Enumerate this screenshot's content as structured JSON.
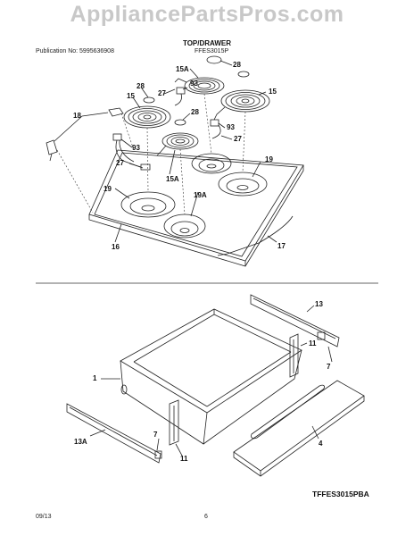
{
  "watermark": "AppliancePartsPros.com",
  "header": {
    "publication": "Publication No: 5995636908",
    "model": "FFES3015P"
  },
  "section_title": "TOP/DRAWER",
  "labels": {
    "c28a": "28",
    "c15a_top": "15A",
    "c93a": "93",
    "c28b": "28",
    "c27a": "27",
    "c15_left": "15",
    "c15_right": "15",
    "c18": "18",
    "c28c": "28",
    "c93b": "93",
    "c27b": "27",
    "c93c": "93",
    "c27c": "27",
    "c19_right": "19",
    "c15a_mid": "15A",
    "c19_left": "19",
    "c19a": "19A",
    "c16": "16",
    "c17": "17",
    "c13": "13",
    "c11_right": "11",
    "c7_right": "7",
    "c1": "1",
    "c4": "4",
    "c13a": "13A",
    "c7_left": "7",
    "c11_left": "11"
  },
  "model_code": "TFFES3015PBA",
  "footer": {
    "date": "09/13",
    "page": "6"
  }
}
